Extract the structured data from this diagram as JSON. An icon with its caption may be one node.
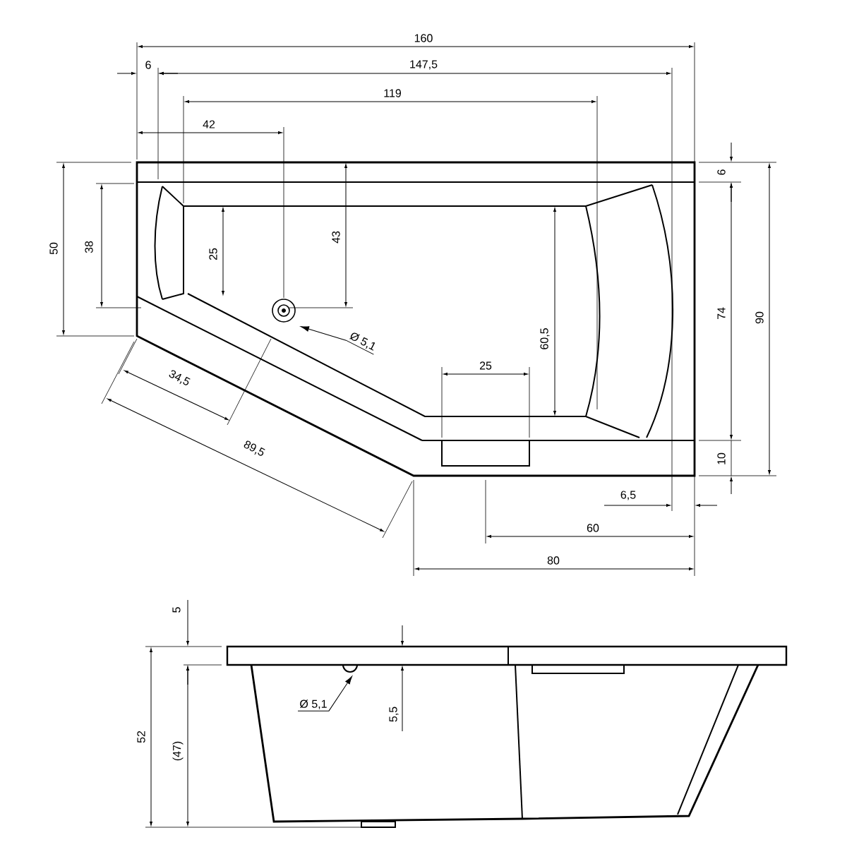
{
  "diagram": {
    "nodes": [
      {
        "text": [
          "Ø 5,1"
        ]
      },
      {
        "text": [
          "Ø 5,1"
        ]
      }
    ],
    "edges": [
      {
        "from": 0,
        "to": null,
        "arrow": "to"
      },
      {
        "from": 1,
        "to": null,
        "arrow": "to"
      }
    ],
    "labels": [
      "160",
      "6",
      "147,5",
      "119",
      "42",
      "6",
      "50",
      "38",
      "25",
      "43",
      "74",
      "90",
      "60,5",
      "25",
      "34,5",
      "89,5",
      "10",
      "6,5",
      "60",
      "80",
      "5",
      "52",
      "(47)",
      "5,5"
    ]
  }
}
